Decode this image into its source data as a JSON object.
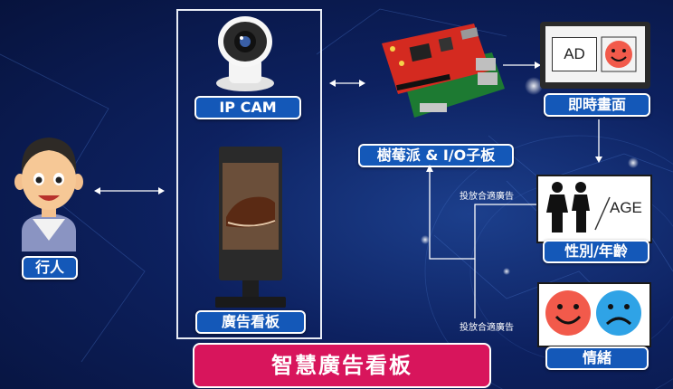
{
  "labels": {
    "pedestrian": "行人",
    "ip_cam": "IP CAM",
    "billboard": "廣告看板",
    "raspberry": "樹莓派 & I/O子板",
    "live_screen": "即時畫面",
    "gender_age": "性別/年齡",
    "emotion": "情緒",
    "ad_box": "AD",
    "age": "AGE",
    "feed_ad_1": "投放合適廣告",
    "feed_ad_2": "投放合適廣告",
    "title": "智慧廣告看板"
  },
  "icons": [
    "person-avatar-icon",
    "ip-camera-icon",
    "billboard-kiosk-icon",
    "raspberry-pi-board-icon",
    "monitor-icon",
    "smiley-happy-icon",
    "male-female-icon",
    "smiley-happy-icon",
    "smiley-sad-icon"
  ],
  "colors": {
    "label_blue": "#1458b8",
    "title_pink": "#d8155c",
    "happy": "#f25a4b",
    "sad": "#2fa3e6"
  }
}
